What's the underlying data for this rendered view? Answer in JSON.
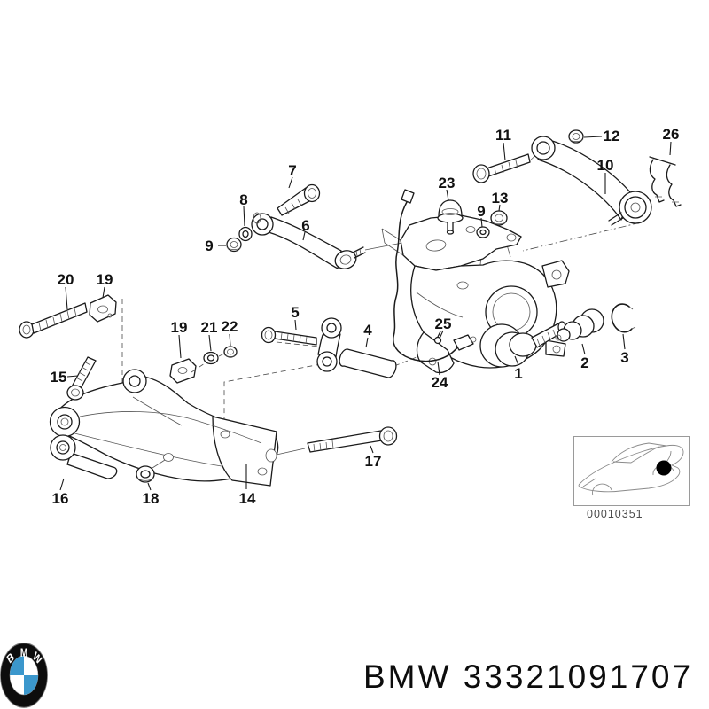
{
  "page": {
    "background": "#ffffff"
  },
  "figure": {
    "callouts": [
      {
        "n": "7"
      },
      {
        "n": "8"
      },
      {
        "n": "9"
      },
      {
        "n": "6"
      },
      {
        "n": "11"
      },
      {
        "n": "12"
      },
      {
        "n": "26"
      },
      {
        "n": "10"
      },
      {
        "n": "23"
      },
      {
        "n": "13"
      },
      {
        "n": "9"
      },
      {
        "n": "20"
      },
      {
        "n": "19"
      },
      {
        "n": "15"
      },
      {
        "n": "19"
      },
      {
        "n": "21"
      },
      {
        "n": "22"
      },
      {
        "n": "5"
      },
      {
        "n": "4"
      },
      {
        "n": "16"
      },
      {
        "n": "18"
      },
      {
        "n": "14"
      },
      {
        "n": "17"
      },
      {
        "n": "24"
      },
      {
        "n": "25"
      },
      {
        "n": "1"
      },
      {
        "n": "2"
      },
      {
        "n": "3"
      }
    ],
    "inset": {
      "code": "00010351"
    }
  },
  "footer": {
    "brand": "BMW",
    "part_number": "33321091707",
    "logo": {
      "letters": [
        "B",
        "M",
        "W"
      ],
      "blue": "#3b97cc",
      "ring": "#0d0d0d"
    }
  }
}
